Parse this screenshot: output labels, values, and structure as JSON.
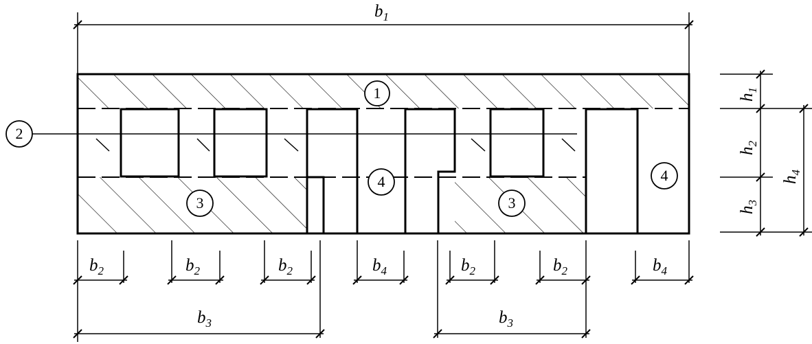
{
  "dimensions": {
    "b1": {
      "main": "b",
      "sub": "1"
    },
    "b2": {
      "main": "b",
      "sub": "2"
    },
    "b3": {
      "main": "b",
      "sub": "3"
    },
    "b4": {
      "main": "b",
      "sub": "4"
    },
    "h1": {
      "main": "h",
      "sub": "1"
    },
    "h2": {
      "main": "h",
      "sub": "2"
    },
    "h3": {
      "main": "h",
      "sub": "3"
    },
    "h4": {
      "main": "h",
      "sub": "4"
    }
  },
  "callouts": {
    "c1": "1",
    "c2": "2",
    "c3": "3",
    "c4": "4"
  },
  "colors": {
    "line": "#000000",
    "background": "#ffffff"
  }
}
